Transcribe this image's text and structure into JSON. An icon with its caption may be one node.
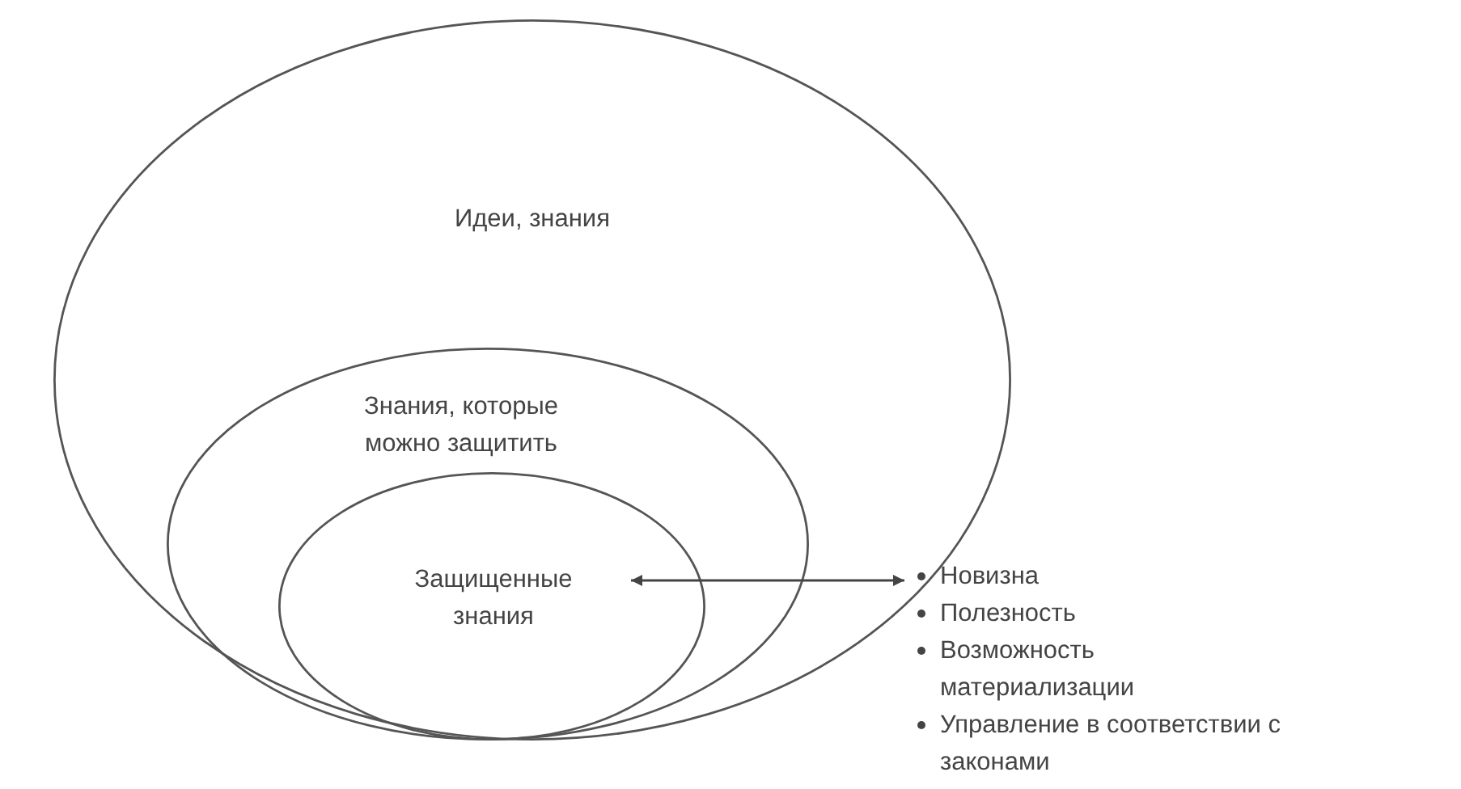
{
  "diagram": {
    "nodes": [
      {
        "text": [
          "Идеи, знания"
        ]
      },
      {
        "text": [
          "Знания, которые можно защитить"
        ],
        "in": 0
      },
      {
        "text": [
          "Защищенные знания"
        ],
        "in": 1
      },
      {
        "text": [
          "Новизна",
          "Полезность",
          "Возможность материализации",
          "Управление в соответствии с законами"
        ]
      }
    ],
    "edges": [
      {
        "from": 2,
        "to": 3,
        "arrow": "both"
      }
    ]
  }
}
